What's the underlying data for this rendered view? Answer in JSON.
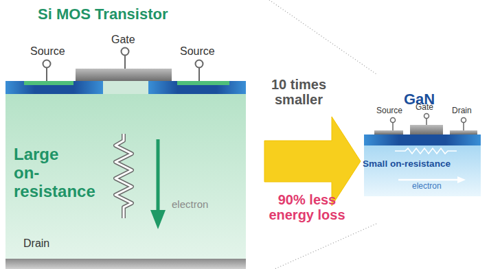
{
  "diagram": {
    "nodes": [
      {
        "text": [
          "Si MOS Transistor",
          "Large on-resistance"
        ]
      },
      {
        "text": [
          "GaN",
          "Small on-resistance"
        ]
      }
    ],
    "edges": [
      {
        "from": 0,
        "to": 1,
        "arrow": "to"
      }
    ],
    "labels": [
      "Source",
      "Gate",
      "Source",
      "electron",
      "Drain",
      "10 times smaller",
      "90% less energy loss",
      "Source",
      "Gate",
      "Drain",
      "electron"
    ]
  }
}
